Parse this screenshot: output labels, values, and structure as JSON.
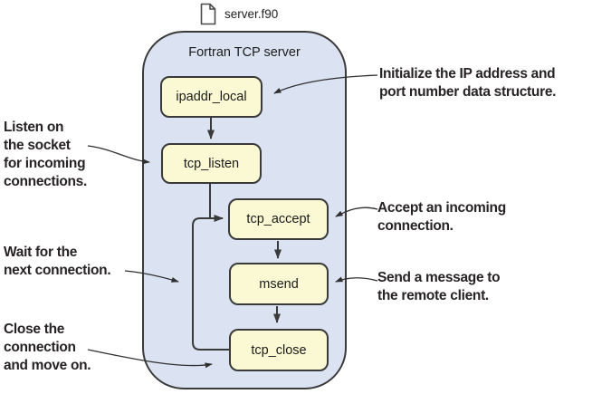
{
  "file": {
    "icon": "document-icon",
    "name": "server.f90"
  },
  "server": {
    "title": "Fortran TCP server"
  },
  "nodes": [
    {
      "label": "ipaddr_local"
    },
    {
      "label": "tcp_listen"
    },
    {
      "label": "tcp_accept"
    },
    {
      "label": "msend"
    },
    {
      "label": "tcp_close"
    }
  ],
  "annotations": [
    {
      "side": "right",
      "target": "ipaddr_local",
      "text": "Initialize the IP address and\nport number data structure."
    },
    {
      "side": "left",
      "target": "tcp_listen",
      "text": "Listen on\nthe socket\nfor incoming\nconnections."
    },
    {
      "side": "right",
      "target": "tcp_accept",
      "text": "Accept an incoming\nconnection."
    },
    {
      "side": "left",
      "target": "loop-line",
      "text": "Wait for the\nnext connection."
    },
    {
      "side": "right",
      "target": "msend",
      "text": "Send a message to\nthe remote client."
    },
    {
      "side": "left",
      "target": "tcp_close",
      "text": "Close the\nconnection\nand move on."
    }
  ],
  "colors": {
    "container_fill": "#dbe2f1",
    "node_fill": "#fbf9d3",
    "line": "#3a3a3a",
    "text": "#1b1b1b"
  }
}
